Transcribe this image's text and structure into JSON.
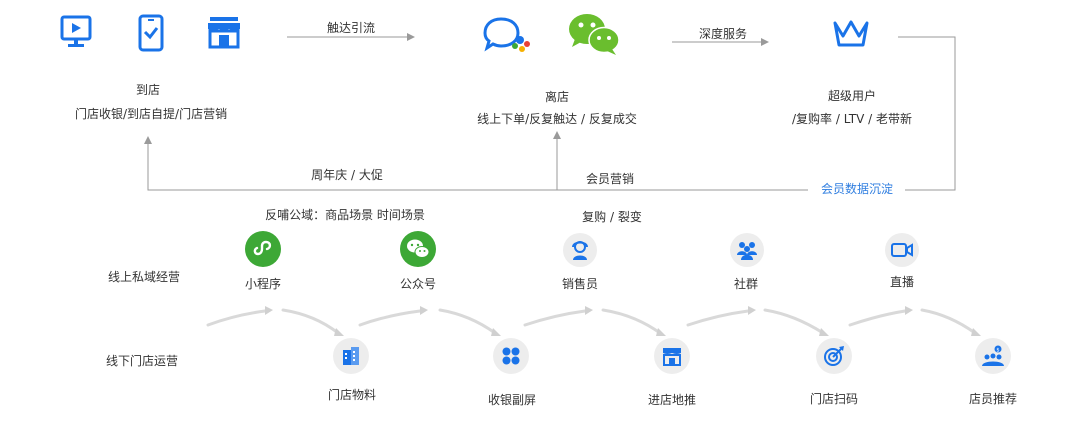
{
  "top": {
    "instore": {
      "title": "到店",
      "desc": "门店收银/到店自提/门店营销"
    },
    "offstore": {
      "title": "离店",
      "desc": "线上下单/反复触达 / 反复成交"
    },
    "super": {
      "title": "超级用户",
      "desc": "/复购率 / LTV /  老带新"
    },
    "arrow1": "触达引流",
    "arrow2": "深度服务"
  },
  "loop": {
    "anniversary": "周年庆 / 大促",
    "member_marketing": "会员营销",
    "member_data": "会员数据沉淀"
  },
  "mid": {
    "feedback": "反哺公域：商品场景 时间场景",
    "repurchase": "复购 / 裂变"
  },
  "rows": {
    "online_label": "线上私域经营",
    "offline_label": "线下门店运营",
    "online": [
      "小程序",
      "公众号",
      "销售员",
      "社群",
      "直播"
    ],
    "offline": [
      "门店物料",
      "收银副屏",
      "进店地推",
      "门店扫码",
      "店员推荐"
    ]
  },
  "colors": {
    "accent": "#1a73e8",
    "green": "#3da836",
    "wechat": "#6abe2e",
    "label_blue": "#2f7ee0"
  },
  "icons": {
    "top": [
      "monitor-icon",
      "phone-check-icon",
      "store-icon",
      "chat-bubble-icon",
      "wechat-icon",
      "crown-icon"
    ],
    "online": [
      "mini-program-icon",
      "wechat-icon",
      "salesperson-icon",
      "community-icon",
      "live-video-icon"
    ],
    "offline": [
      "building-icon",
      "grid-icon",
      "store-icon",
      "target-icon",
      "staff-icon"
    ]
  }
}
